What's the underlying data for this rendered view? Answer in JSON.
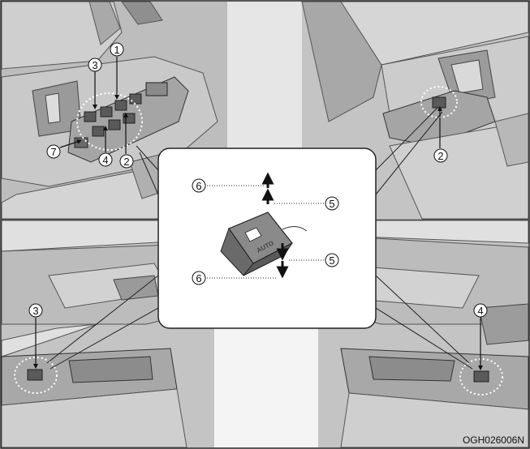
{
  "figure_code": "OGH026006N",
  "switch_label": "AUTO",
  "callouts": {
    "n1": "1",
    "n2": "2",
    "n3": "3",
    "n4": "4",
    "n5": "5",
    "n6": "6",
    "n7": "7"
  }
}
